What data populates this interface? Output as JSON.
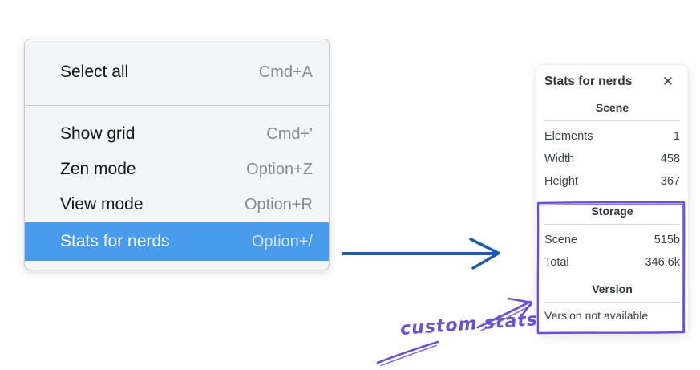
{
  "colors": {
    "menu_background": "#f3f5f6",
    "menu_border": "#c6cbd0",
    "highlight_blue": "#499ceb",
    "shortcut_gray": "#8b8b8b",
    "panel_text": "#3f4347",
    "annotation_purple": "#6b51d1",
    "arrow_blue": "#1f5ca6"
  },
  "context_menu": {
    "top_group": [
      {
        "label": "Select all",
        "shortcut": "Cmd+A"
      }
    ],
    "bottom_group": [
      {
        "label": "Show grid",
        "shortcut": "Cmd+'"
      },
      {
        "label": "Zen mode",
        "shortcut": "Option+Z"
      },
      {
        "label": "View mode",
        "shortcut": "Option+R"
      },
      {
        "label": "Stats for nerds",
        "shortcut": "Option+/",
        "selected": true
      }
    ]
  },
  "stats_panel": {
    "title": "Stats for nerds",
    "close_icon": "✕",
    "scene_section": {
      "heading": "Scene",
      "rows": [
        {
          "label": "Elements",
          "value": "1"
        },
        {
          "label": "Width",
          "value": "458"
        },
        {
          "label": "Height",
          "value": "367"
        }
      ]
    },
    "storage_section": {
      "heading": "Storage",
      "rows": [
        {
          "label": "Scene",
          "value": "515b"
        },
        {
          "label": "Total",
          "value": "346.6k"
        }
      ]
    },
    "version_section": {
      "heading": "Version",
      "note": "Version not available"
    }
  },
  "annotation": {
    "label": "custom stats"
  }
}
